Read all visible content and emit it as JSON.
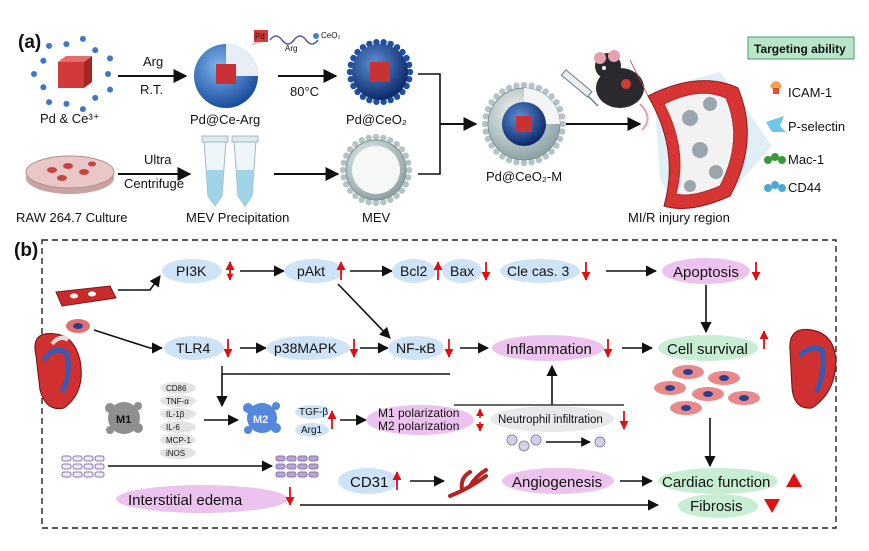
{
  "panel_a": {
    "label": "(a)",
    "pd_ce": "Pd & Ce³⁺",
    "arg": "Arg",
    "rt": "R.T.",
    "pd_ce_arg": "Pd@Ce-Arg",
    "callout_pd": "Pd",
    "callout_ceo2": "CeO₂",
    "callout_arg": "Arg",
    "temp": "80°C",
    "pd_ceo2": "Pd@CeO₂",
    "raw": "RAW 264.7 Culture",
    "ultra": "Ultra",
    "centrifuge": "Centrifuge",
    "mev_precip": "MEV Precipitation",
    "mev": "MEV",
    "pd_ceo2_m": "Pd@CeO₂-M",
    "mi_region": "MI/R injury region",
    "targeting_title": "Targeting ability",
    "targets": [
      "ICAM-1",
      "P-selectin",
      "Mac-1",
      "CD44"
    ],
    "colors": {
      "targeting_bg": "#b9e6c9",
      "targets": [
        "#f0a050",
        "#6fc6e8",
        "#3a9a3a",
        "#4aa8d8"
      ]
    }
  },
  "panel_b": {
    "label": "(b)",
    "pi3k": "PI3K",
    "pakt": "pAkt",
    "bcl2": "Bcl2",
    "bax": "Bax",
    "cle": "Cle cas. 3",
    "apoptosis": "Apoptosis",
    "tlr4": "TLR4",
    "p38": "p38MAPK",
    "nfkb": "NF-κB",
    "inflammation": "Inflammation",
    "cell_survival": "Cell survival",
    "m1": "M1",
    "m1_markers": [
      "CD86",
      "TNF-α",
      "IL-1β",
      "IL-6",
      "MCP-1",
      "iNOS"
    ],
    "m2": "M2",
    "m2_markers": [
      "TGF-β",
      "Arg1"
    ],
    "m1_pol": "M1 polarization",
    "m2_pol": "M2 polarization",
    "neutrophil": "Neutrophil infiltration",
    "cd31": "CD31",
    "angiogenesis": "Angiogenesis",
    "cardiac": "Cardiac function",
    "edema": "Interstitial edema",
    "fibrosis": "Fibrosis",
    "colors": {
      "blue_node": "#cfe3f7",
      "pink_node": "#ecc3ee",
      "green_node": "#c7eed3",
      "arrow_red": "#e01010"
    }
  }
}
